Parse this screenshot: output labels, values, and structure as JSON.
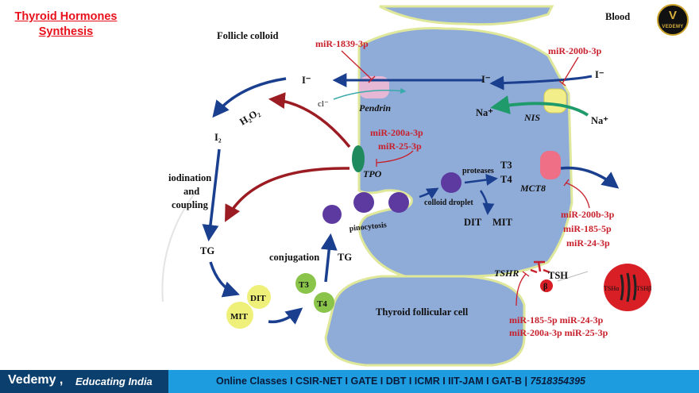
{
  "header": {
    "title_line1": "Thyroid Hormones",
    "title_line2": "Synthesis"
  },
  "logo": {
    "letter": "V",
    "text": "VEDEMY"
  },
  "labels": {
    "follicle_colloid": "Follicle colloid",
    "blood": "Blood",
    "thyroid_follicular_cell": "Thyroid follicular cell",
    "pendrin": "Pendrin",
    "nis": "NIS",
    "tpo": "TPO",
    "mct8": "MCT8",
    "tshr": "TSHR",
    "tsh": "TSH",
    "tsh_alpha": "TSHα",
    "tsh_beta": "TSHβ",
    "beta": "β",
    "i_minus_colloid": "I⁻",
    "i_minus_cell": "I⁻",
    "i_minus_blood": "I⁻",
    "cl_minus": "cl⁻",
    "na_plus_cell": "Na⁺",
    "na_plus_blood": "Na⁺",
    "h2o2": "H₂O₂",
    "i2": "I₂",
    "iodination": "iodination",
    "and": "and",
    "coupling": "coupling",
    "tg": "TG",
    "tg2": "TG",
    "conjugation": "conjugation",
    "pinocytosis": "pinocytosis",
    "colloid_droplet": "colloid droplet",
    "proteases": "proteases",
    "t3": "T3",
    "t4": "T4",
    "dit": "DIT",
    "mit": "MIT",
    "bubble_dit": "DIT",
    "bubble_mit": "MIT",
    "bubble_t3": "T3",
    "bubble_t4": "T4"
  },
  "mirnas": {
    "pendrin": "miR-1839-3p",
    "nis": "miR-200b-3p",
    "tpo_1": "miR-200a-3p",
    "tpo_2": "miR-25-3p",
    "mct8_1": "miR-200b-3p",
    "mct8_2": "miR-185-5p",
    "mct8_3": "miR-24-3p",
    "tshr_1": "miR-185-5p miR-24-3p",
    "tshr_2": "miR-200a-3p miR-25-3p"
  },
  "footer": {
    "brand": "Vedemy ,",
    "tagline": "Educating India",
    "courses": "Online Classes I CSIR-NET I GATE I DBT I ICMR I IIT-JAM I GAT-B |",
    "phone": "7518354395"
  },
  "colors": {
    "cell": "#8fabd7",
    "cell_border": "#dfe89a",
    "red": "#c8202c",
    "arrow_blue": "#1b3f8f",
    "dark_red": "#9b1c22",
    "green": "#1f9a6a",
    "purple": "#5c3aa0"
  }
}
